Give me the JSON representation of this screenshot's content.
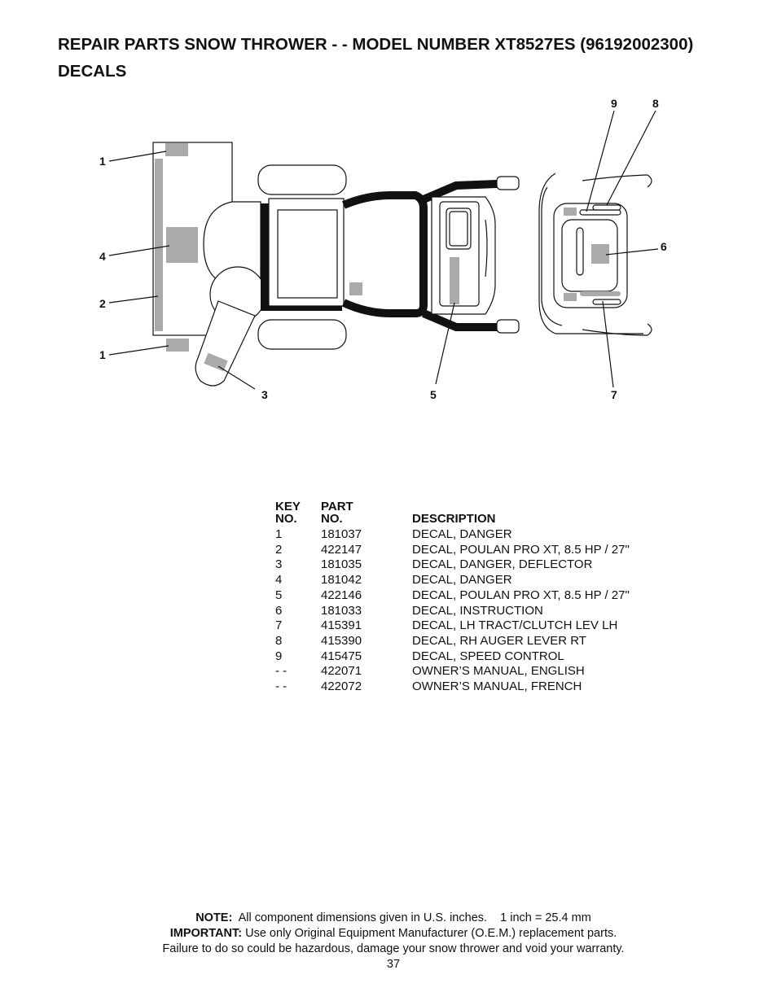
{
  "page": {
    "title_line1": "REPAIR PARTS  SNOW THROWER - - MODEL NUMBER  XT8527ES (96192002300)",
    "title_line2": "DECALS"
  },
  "diagram": {
    "callouts": [
      {
        "label": "9"
      },
      {
        "label": "8"
      },
      {
        "label": "1"
      },
      {
        "label": "6"
      },
      {
        "label": "4"
      },
      {
        "label": "2"
      },
      {
        "label": "1"
      },
      {
        "label": "3"
      },
      {
        "label": "5"
      },
      {
        "label": "7"
      }
    ]
  },
  "parts_table": {
    "headers": {
      "key_line1": "KEY",
      "key_line2": "NO.",
      "part_line1": "PART",
      "part_line2": "NO.",
      "description": "DESCRIPTION"
    },
    "rows": [
      {
        "key": "1",
        "part": "181037",
        "desc": "DECAL, DANGER"
      },
      {
        "key": "2",
        "part": "422147",
        "desc": "DECAL, POULAN PRO XT, 8.5 HP / 27\""
      },
      {
        "key": "3",
        "part": "181035",
        "desc": "DECAL, DANGER, DEFLECTOR"
      },
      {
        "key": "4",
        "part": "181042",
        "desc": "DECAL, DANGER"
      },
      {
        "key": "5",
        "part": "422146",
        "desc": "DECAL, POULAN PRO XT, 8.5 HP / 27\""
      },
      {
        "key": "6",
        "part": "181033",
        "desc": "DECAL, INSTRUCTION"
      },
      {
        "key": "7",
        "part": "415391",
        "desc": "DECAL, LH TRACT/CLUTCH LEV LH"
      },
      {
        "key": "8",
        "part": "415390",
        "desc": "DECAL, RH AUGER LEVER RT"
      },
      {
        "key": "9",
        "part": "415475",
        "desc": "DECAL, SPEED CONTROL"
      },
      {
        "key": "- -",
        "part": "422071",
        "desc": "OWNER’S MANUAL, ENGLISH"
      },
      {
        "key": "- -",
        "part": "422072",
        "desc": "OWNER’S MANUAL, FRENCH"
      }
    ]
  },
  "footer": {
    "note_label": "NOTE:",
    "note_text": "  All component dimensions given in U.S. inches.    1 inch = 25.4 mm",
    "important_label": "IMPORTANT:",
    "important_text": " Use only Original Equipment Manufacturer (O.E.M.) replacement parts.",
    "line3": "Failure to do so could be hazardous, damage your snow thrower and void your warranty.",
    "page_number": "37"
  }
}
